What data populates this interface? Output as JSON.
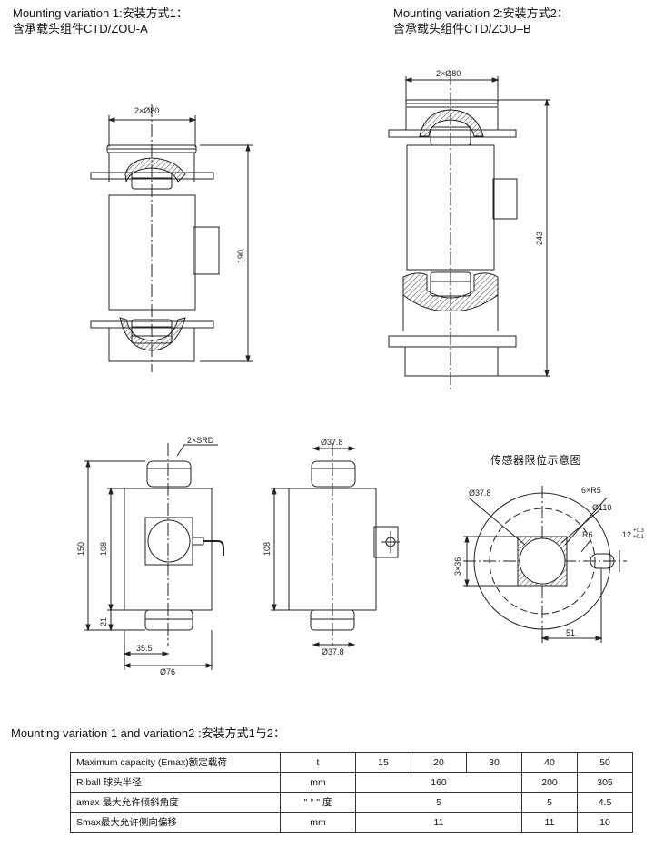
{
  "variation1": {
    "title": "Mounting variation 1:安装方式1：",
    "subtitle": "含承载头组件CTD/ZOU-A",
    "dim_top": "2×Ø80",
    "dim_height": "190"
  },
  "variation2": {
    "title": "Mounting variation 2:安装方式2：",
    "subtitle": "含承载头组件CTD/ZOU–B",
    "dim_top": "2×Ø80",
    "dim_height": "243"
  },
  "front_view": {
    "srd": "2×SRD",
    "d150": "150",
    "d108": "108",
    "d21": "21",
    "d35_5": "35.5",
    "d76": "Ø76"
  },
  "side_view": {
    "top": "Ø37.8",
    "d108": "108",
    "bottom": "Ø37.8"
  },
  "limit_view": {
    "title": "传感器限位示意图",
    "d37_8": "Ø37.8",
    "r5": "6×R5",
    "d110": "Ø110",
    "r6": "R6",
    "d12": "12",
    "d12_tol_up": "+0.3",
    "d12_tol_dn": "+0.1",
    "d3x36": "3×36",
    "d51": "51"
  },
  "table": {
    "title": "Mounting variation 1 and variation2 :安装方式1与2：",
    "rows": [
      {
        "param": "Maximum  capacity (Emax)额定载荷",
        "unit": "t",
        "values": [
          "15",
          "20",
          "30",
          "40",
          "50"
        ]
      },
      {
        "param": "R ball 球头半径",
        "unit": "mm",
        "values": [
          "160",
          "200",
          "305"
        ]
      },
      {
        "param": "amax 最大允许倾斜角度",
        "unit": "\" °  \"  度",
        "values": [
          "5",
          "5",
          "4.5"
        ]
      },
      {
        "param": "Smax最大允许侧向偏移",
        "unit": "mm",
        "values": [
          "11",
          "11",
          "10"
        ]
      }
    ]
  }
}
